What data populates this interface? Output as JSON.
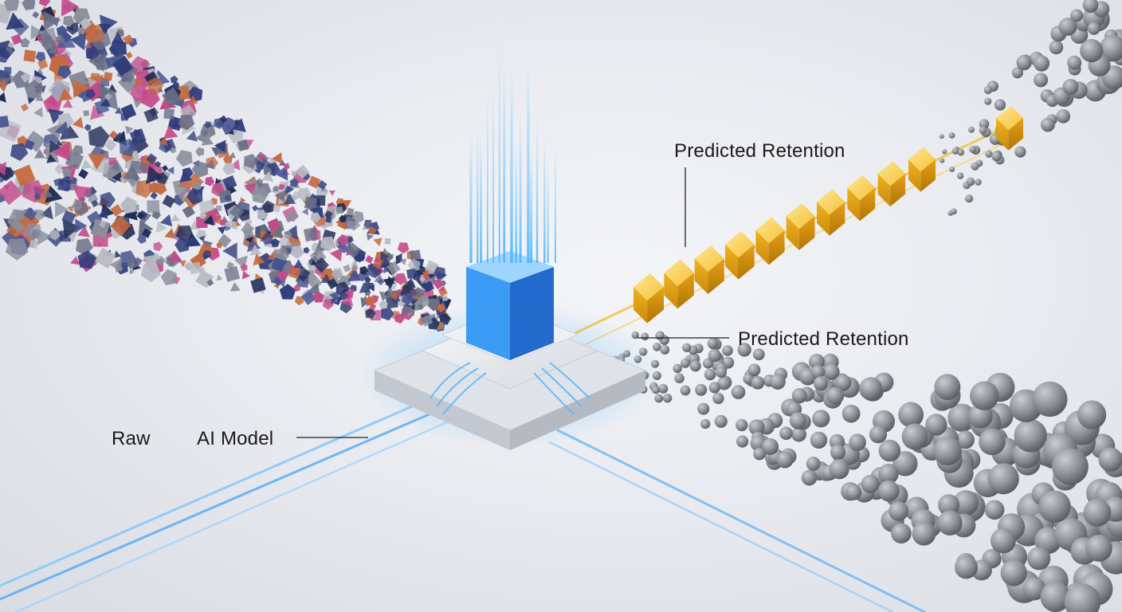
{
  "labels": {
    "raw": "Raw",
    "ai_model": "AI Model",
    "predicted_retention_upper": "Predicted Retention",
    "predicted_retention_lower": "Predicted Retention"
  },
  "colors": {
    "background": "#eceef2",
    "raw_particles": [
      "#2f3c7a",
      "#46538f",
      "#6a6f85",
      "#c46a3f",
      "#8b8f9c",
      "#b7bac4",
      "#1f2a55",
      "#c24a8a"
    ],
    "gold_cubes": "#f0b320",
    "grey_spheres": "#8e9198",
    "blue_glow": "#3aa6ff"
  },
  "icons": {
    "gold_cube": "cube-icon",
    "grey_sphere": "sphere-icon",
    "processor": "chip-icon"
  }
}
